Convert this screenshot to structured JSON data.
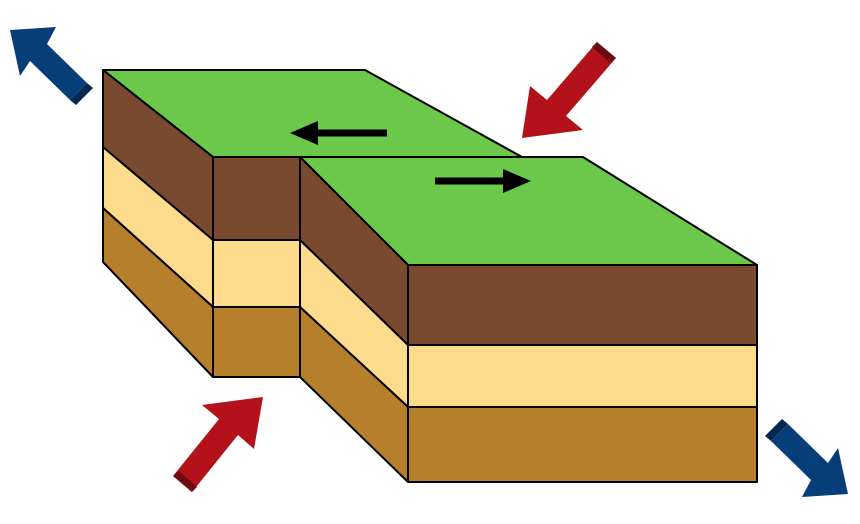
{
  "diagram": {
    "type": "strike-slip fault block diagram",
    "colors": {
      "ground_surface": "#6cc84a",
      "topsoil_layer": "#7a4a30",
      "sand_layer": "#fddb8c",
      "clay_layer": "#b57f2b",
      "compression_arrows": "#b3121b",
      "extension_arrows": "#083e78",
      "motion_arrows": "#000000",
      "outline": "#000000"
    },
    "icons": [
      "left-motion-arrow",
      "right-motion-arrow",
      "compression-arrow-top-right",
      "compression-arrow-bottom-left",
      "extension-arrow-top-left",
      "extension-arrow-bottom-right"
    ]
  }
}
